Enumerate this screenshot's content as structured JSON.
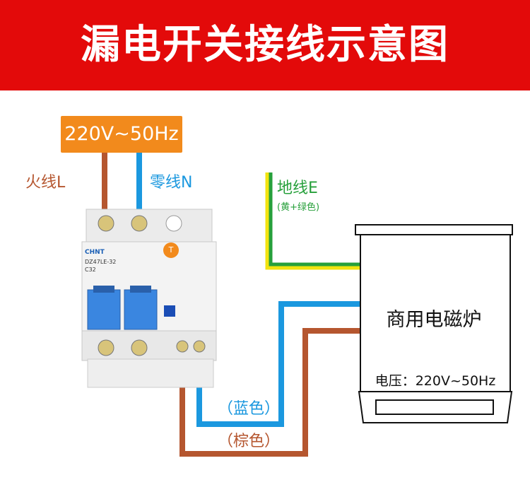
{
  "header": {
    "title": "漏电开关接线示意图",
    "bg_color": "#e30a0a"
  },
  "supply": {
    "label": "220V~50Hz",
    "color": "#f28a1c"
  },
  "wires": {
    "live": {
      "label": "火线L",
      "color": "#b5562f"
    },
    "neutral": {
      "label": "零线N",
      "color": "#1b98df"
    },
    "earth": {
      "label": "地线E",
      "sublabel": "(黄+绿色)",
      "colors": [
        "#f2e30f",
        "#27a03b"
      ]
    },
    "blue_out": {
      "label": "（蓝色）",
      "color": "#1b98df"
    },
    "brown_out": {
      "label": "（棕色）",
      "color": "#b5562f"
    }
  },
  "breaker": {
    "brand": "CHNT",
    "model": "DZ47LE-32",
    "rating": "C32",
    "test_button": "T"
  },
  "device": {
    "name": "商用电磁炉",
    "voltage": "电压：220V~50Hz"
  }
}
